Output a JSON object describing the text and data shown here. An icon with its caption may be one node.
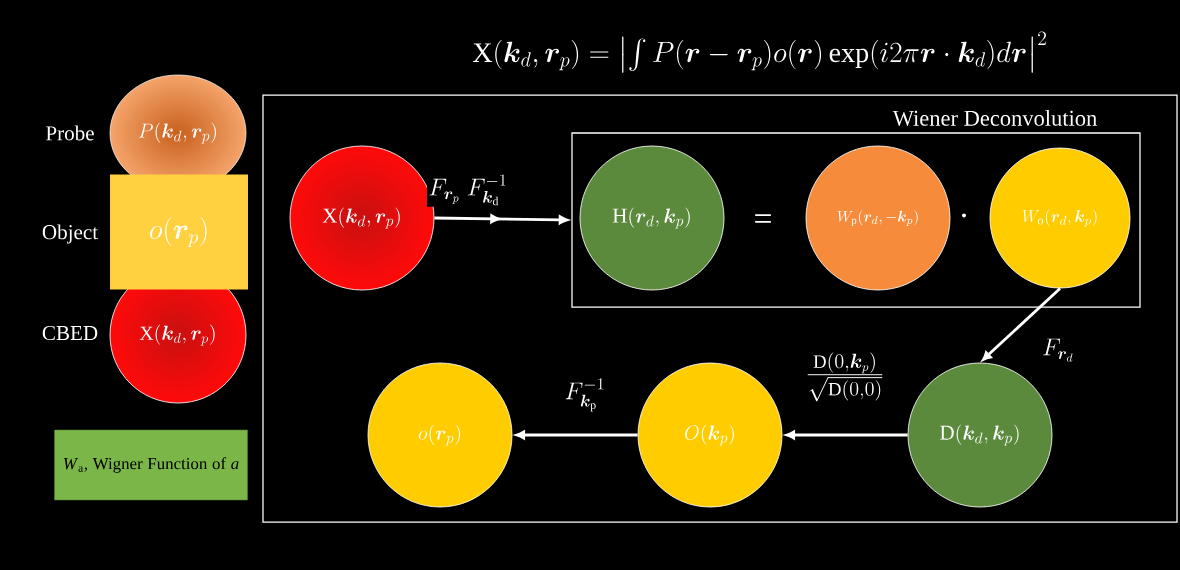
{
  "diagram": {
    "title": "\\mathrm{X}(\\boldsymbol{k}_d,\\boldsymbol{r}_p)=\\left|\\int P(\\boldsymbol{r}-\\boldsymbol{r}_p)o(\\boldsymbol{r})\\exp(i2\\pi\\boldsymbol{r}\\cdot\\boldsymbol{k}_d)d\\boldsymbol{r}\\right|^2",
    "nodes": [
      {
        "text": [
          "P(\\boldsymbol{k}_d,\\boldsymbol{r}_p)"
        ],
        "beside": [
          "Probe"
        ]
      },
      {
        "text": [
          "o(\\boldsymbol{r}_p)"
        ],
        "beside": [
          "Object"
        ]
      },
      {
        "text": [
          "\\mathrm{X}(\\boldsymbol{k}_d,\\boldsymbol{r}_p)"
        ],
        "beside": [
          "CBED"
        ]
      },
      {
        "text": [
          "*W*$_{a}$, Wigner Function of *a*"
        ]
      },
      {
        "text": [
          "Wiener Deconvolution"
        ]
      },
      {
        "text": [
          "\\mathrm{X}(\\boldsymbol{k}_d,\\boldsymbol{r}_p)"
        ],
        "in": 4
      },
      {
        "text": [],
        "shape": "box",
        "in": 4
      },
      {
        "text": [
          "\\mathrm{H}(\\boldsymbol{r}_d,\\boldsymbol{k}_p)"
        ],
        "in": 6
      },
      {
        "text": [
          "W_\\mathrm{p}(\\boldsymbol{r}_d,-\\boldsymbol{k}_p)"
        ],
        "in": 6
      },
      {
        "text": [
          "W_\\mathrm{o}(\\boldsymbol{r}_d,\\boldsymbol{k}_p)"
        ],
        "in": 6
      },
      {
        "text": [
          "\\mathrm{D}(\\boldsymbol{k}_d,\\boldsymbol{k}_p)"
        ],
        "in": 4
      },
      {
        "text": [
          "O(\\boldsymbol{k}_p)"
        ],
        "in": 4
      },
      {
        "text": [
          "o(\\boldsymbol{r}_p)"
        ],
        "in": 4
      }
    ],
    "edges": [
      {
        "from": 5,
        "to": 6,
        "arrow": "to",
        "label": "F_{\\boldsymbol{r}_p}\\;F^{-1}_{\\boldsymbol{k}_\\mathrm{d}}"
      },
      {
        "from": 9,
        "to": 10,
        "arrow": "to",
        "label": "F_{\\boldsymbol{r}_d}"
      },
      {
        "from": 10,
        "to": 11,
        "arrow": "to",
        "label": "\\frac{\\mathrm{D}(0,\\boldsymbol{k}_p)}{\\sqrt{\\mathrm{D}(0,0)}}"
      },
      {
        "from": 11,
        "to": 12,
        "arrow": "to",
        "label": "F^{-1}_{\\boldsymbol{k}_\\mathrm{p}}"
      }
    ],
    "labels": [
      "=",
      "·"
    ]
  }
}
